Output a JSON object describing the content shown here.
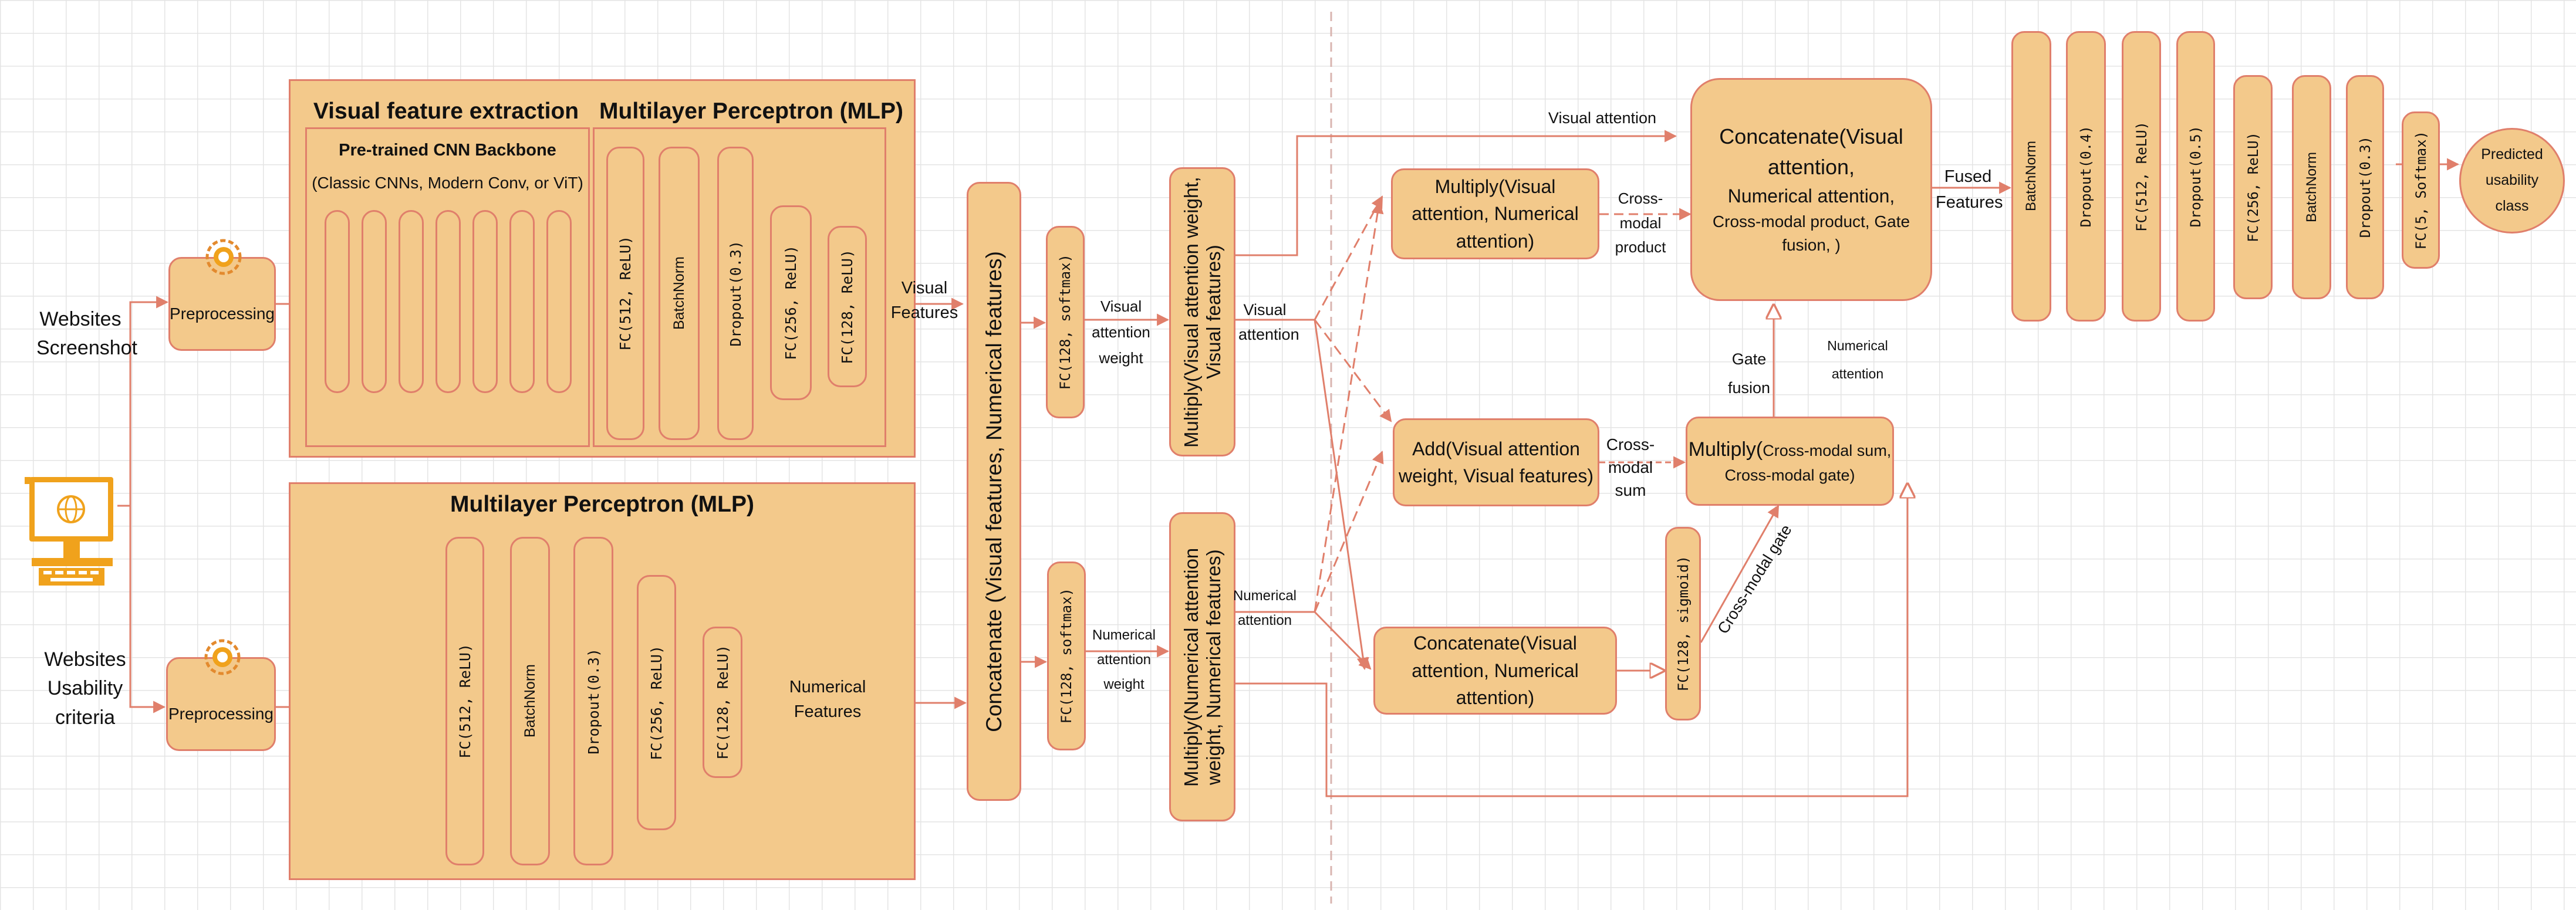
{
  "inputs": {
    "screenshot": "Websites Screenshot",
    "criteria": "Websites Usability criteria"
  },
  "preprocessing": "Preprocessing",
  "visual_branch": {
    "panel_title": "Visual feature extraction",
    "cnn_title": "Pre-trained CNN Backbone",
    "cnn_subtitle": "(Classic CNNs, Modern Conv, or ViT)",
    "mlp_title": "Multilayer Perceptron (MLP)",
    "mlp_layers": [
      "FC(512, ReLU)",
      "BatchNorm",
      "Dropout(0.3)",
      "FC(256, ReLU)",
      "FC(128, ReLU)"
    ],
    "output": "Visual Features"
  },
  "numerical_branch": {
    "mlp_title": "Multilayer Perceptron (MLP)",
    "mlp_layers": [
      "FC(512, ReLU)",
      "BatchNorm",
      "Dropout(0.3)",
      "FC(256, ReLU)",
      "FC(128, ReLU)"
    ],
    "output": "Numerical Features"
  },
  "concat_main": "Concatenate (Visual features, Numerical features)",
  "softmax_visual": "FC(128, softmax)",
  "softmax_numerical": "FC(128, softmax)",
  "visual_weight_label": "Visual attention weight",
  "numerical_weight_label": "Numerical attention weight",
  "multiply_visual": "Multiply(Visual attention weight, Visual features)",
  "multiply_numerical": "Multiply(Numerical attention weight, Numerical features)",
  "visual_attention_label": "Visual attention",
  "numerical_attention_label": "Numerical attention",
  "visual_attention_top": "Visual attention",
  "numerical_attention_right": "Numerical attention",
  "fusion": {
    "multiply_attn": "Multiply(Visual attention, Numerical attention)",
    "add_node": "Add(Visual attention weight, Visual features)",
    "concat_attn": "Concatenate(Visual attention, Numerical attention)",
    "sigmoid": "FC(128, sigmoid)",
    "multiply_gate_main": "Multiply(",
    "multiply_gate_rest": "Cross-modal sum,",
    "multiply_gate_line2": "Cross-modal gate)",
    "cross_modal_product": "Cross-modal product",
    "cross_modal_sum": "Cross-modal sum",
    "cross_modal_gate": "Cross-modal gate",
    "gate_fusion": "Gate fusion",
    "final_concat_line1": "Concatenate(Visual attention,",
    "final_concat_line2": "Numerical attention,",
    "final_concat_line3": "Cross-modal product, Gate fusion, )",
    "fused_features": "Fused Features"
  },
  "classifier_layers": [
    "BatchNorm",
    "Dropout(0.4)",
    "FC(512, ReLU)",
    "Dropout(0.5)",
    "FC(256, ReLU)",
    "BatchNorm",
    "Dropout(0.3)",
    "FC(5, Softmax)"
  ],
  "output": "Predicted usability class",
  "colors": {
    "node_fill": "#f3c98b",
    "stroke": "#e07f6b",
    "grid": "#e4e4e4"
  }
}
